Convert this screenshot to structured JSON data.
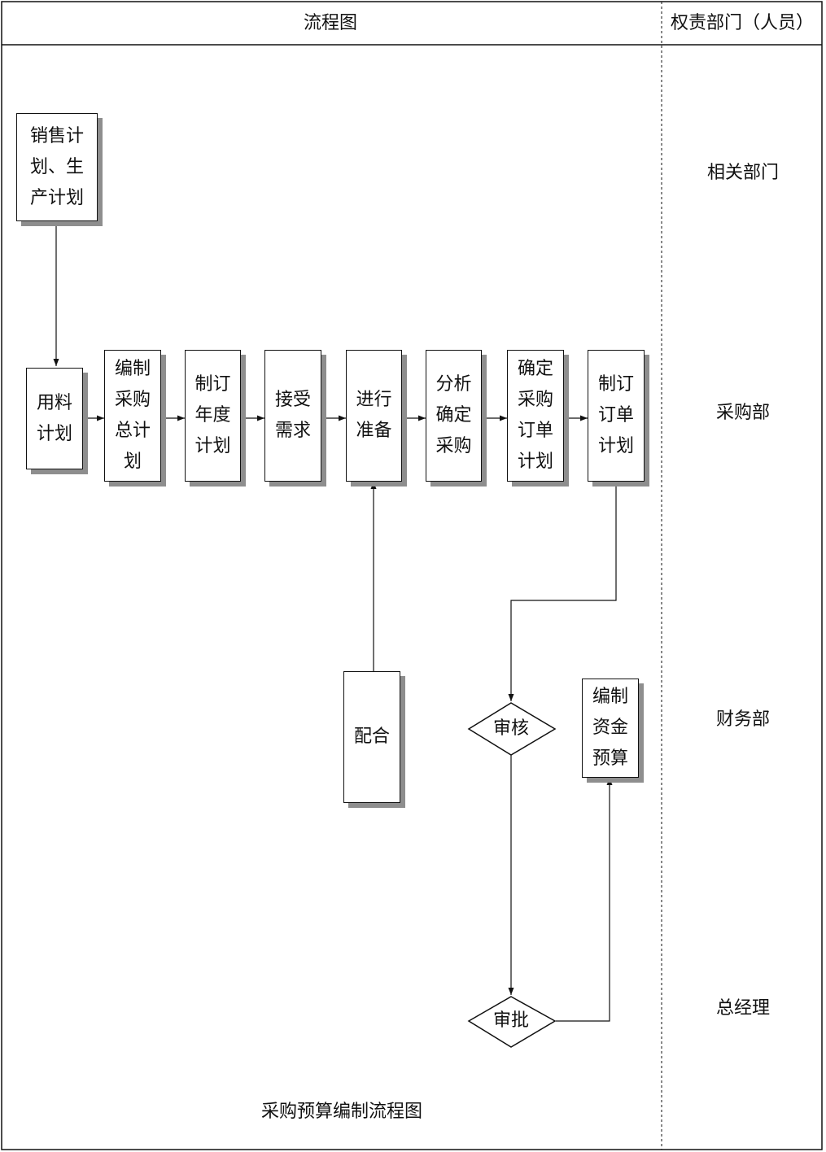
{
  "header": {
    "flowchart_label": "流程图",
    "department_label": "权责部门（人员）"
  },
  "departments": [
    "相关部门",
    "采购部",
    "财务部",
    "总经理"
  ],
  "nodes": {
    "sales_plan": [
      "销售计",
      "划、生",
      "产计划"
    ],
    "material_plan": [
      "用料",
      "计划"
    ],
    "total_plan": [
      "编制",
      "采购",
      "总计",
      "划"
    ],
    "annual_plan": [
      "制订",
      "年度",
      "计划"
    ],
    "accept_demand": [
      "接受",
      "需求"
    ],
    "prepare": [
      "进行",
      "准备"
    ],
    "analyze": [
      "分析",
      "确定",
      "采购"
    ],
    "order_plan": [
      "确定",
      "采购",
      "订单",
      "计划"
    ],
    "make_order_plan": [
      "制订",
      "订单",
      "计划"
    ],
    "cooperate": [
      "配合"
    ],
    "review": "审核",
    "budget": [
      "编制",
      "资金",
      "预算"
    ],
    "approve": "审批"
  },
  "caption": "采购预算编制流程图"
}
